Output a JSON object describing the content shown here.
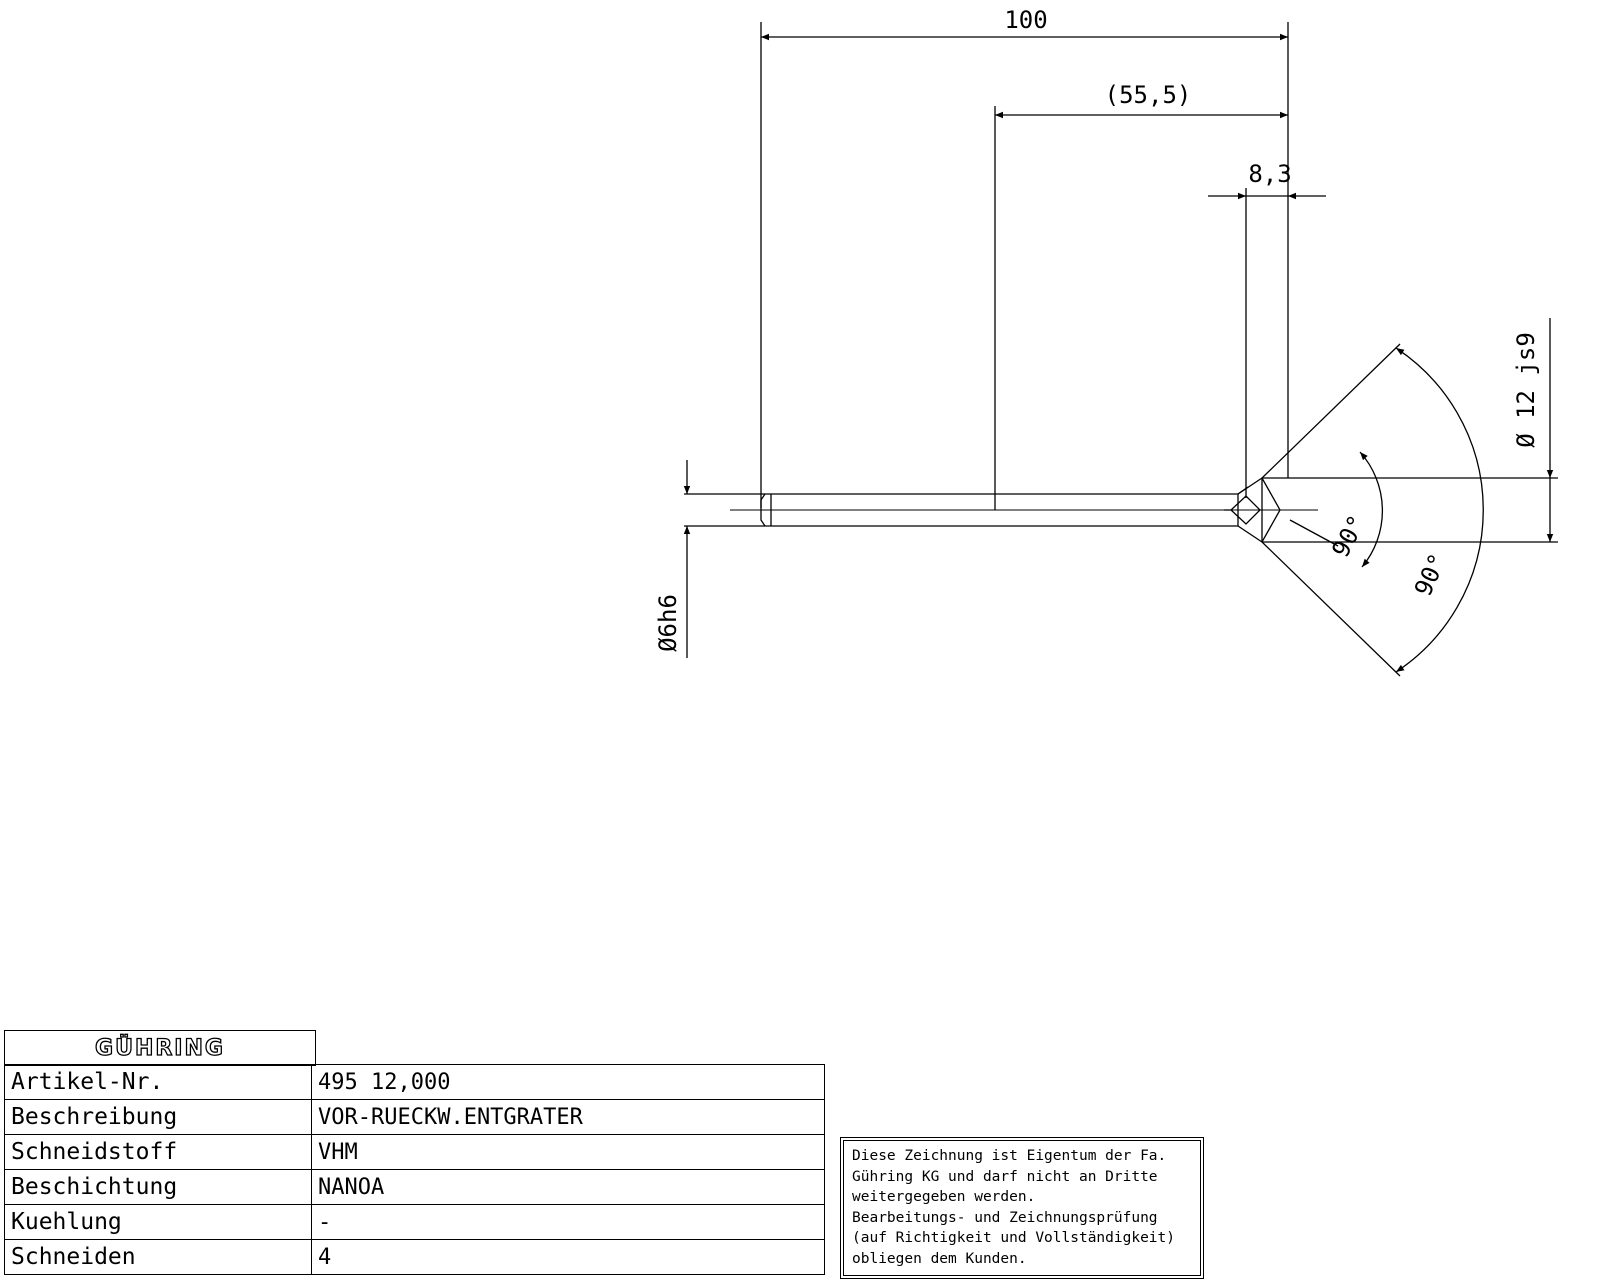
{
  "drawing": {
    "dim_overall_length": "100",
    "dim_reference_length": "(55,5)",
    "dim_head_length": "8,3",
    "dim_head_diameter": "Ø 12 js9",
    "dim_shank_diameter": "Ø6h6",
    "angle_inner": "90°",
    "angle_outer": "90°"
  },
  "title_block": {
    "logo": "GÜHRING",
    "rows": [
      {
        "label": "Artikel-Nr.",
        "value": "495 12,000"
      },
      {
        "label": "Beschreibung",
        "value": "VOR-RUECKW.ENTGRATER"
      },
      {
        "label": "Schneidstoff",
        "value": "VHM"
      },
      {
        "label": "Beschichtung",
        "value": "NANOA"
      },
      {
        "label": "Kuehlung",
        "value": "-"
      },
      {
        "label": "Schneiden",
        "value": "4"
      }
    ]
  },
  "note": {
    "lines": [
      "Diese Zeichnung ist Eigentum der Fa.",
      "Gühring KG und darf nicht an Dritte",
      "weitergegeben werden.",
      "Bearbeitungs- und Zeichnungsprüfung",
      "(auf Richtigkeit und Vollständigkeit)",
      "obliegen dem Kunden."
    ]
  }
}
